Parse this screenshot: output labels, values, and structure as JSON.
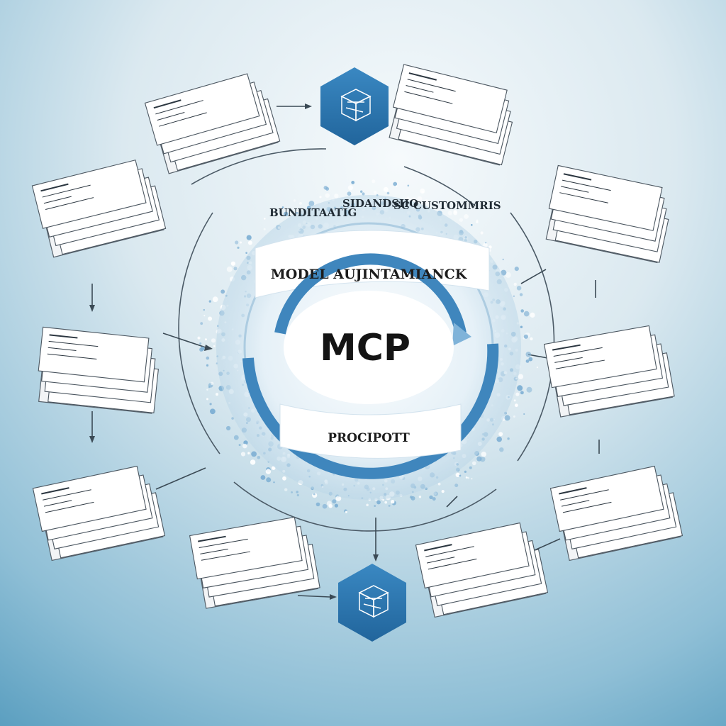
{
  "diagram": {
    "center_label": "MCP",
    "top_banner": "MODEL AUJINTAMIANCK",
    "bottom_banner": "PROCIPOTT",
    "arc_text_left": "BUNDITAATIG",
    "arc_text_mid": "SIDANDSIIO",
    "arc_text_right": "SC CUSTOMMRIS"
  },
  "colors": {
    "ring_blue": "#3f86bd",
    "hexagon_blue": "#2f78b3",
    "background_light": "#eef5f9",
    "background_dark": "#5b9fc0"
  },
  "nodes": [
    {
      "name": "document-stack-top-left",
      "icon": "document-stack-icon"
    },
    {
      "name": "hexagon-node-top",
      "icon": "cube-hexagon-icon"
    },
    {
      "name": "document-stack-top-right",
      "icon": "document-stack-icon"
    },
    {
      "name": "document-stack-left-upper",
      "icon": "document-stack-icon"
    },
    {
      "name": "document-stack-right-upper",
      "icon": "document-stack-icon"
    },
    {
      "name": "document-stack-left-middle",
      "icon": "document-stack-icon"
    },
    {
      "name": "document-stack-right-middle",
      "icon": "document-stack-icon"
    },
    {
      "name": "document-stack-left-lower",
      "icon": "document-stack-icon"
    },
    {
      "name": "document-stack-right-lower",
      "icon": "document-stack-icon"
    },
    {
      "name": "document-stack-bottom-left",
      "icon": "document-stack-icon"
    },
    {
      "name": "hexagon-node-bottom",
      "icon": "cube-hexagon-icon"
    },
    {
      "name": "document-stack-bottom-right",
      "icon": "document-stack-icon"
    }
  ]
}
